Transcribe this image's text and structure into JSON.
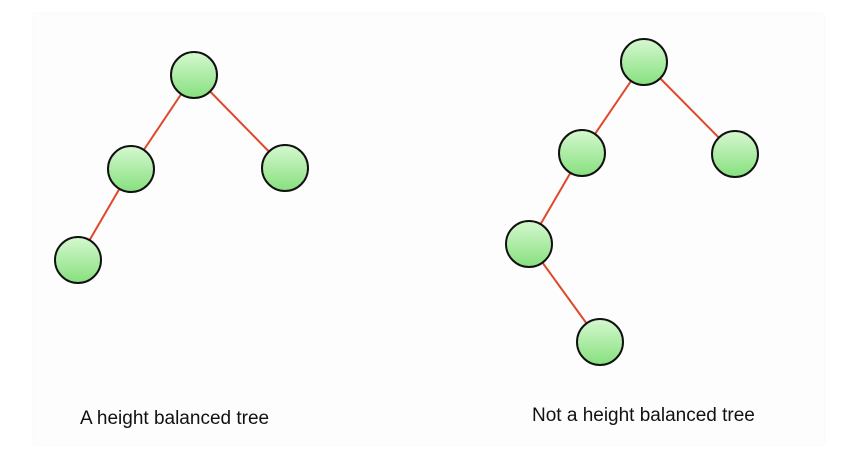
{
  "colors": {
    "edge": "#e0482a",
    "node_fill_top": "#d4f7cf",
    "node_fill_bottom": "#86e07e",
    "node_stroke": "#111111",
    "caption_text": "#111111"
  },
  "diagrams": [
    {
      "caption": "A height balanced tree",
      "nodes": [
        "root",
        "left-child",
        "right-child",
        "left-left-grandchild"
      ],
      "edges": [
        [
          "root",
          "left-child"
        ],
        [
          "root",
          "right-child"
        ],
        [
          "left-child",
          "left-left-grandchild"
        ]
      ]
    },
    {
      "caption": "Not a height balanced tree",
      "nodes": [
        "root",
        "left-child",
        "right-child",
        "left-left-grandchild",
        "left-left-right-great-grandchild"
      ],
      "edges": [
        [
          "root",
          "left-child"
        ],
        [
          "root",
          "right-child"
        ],
        [
          "left-child",
          "left-left-grandchild"
        ],
        [
          "left-left-grandchild",
          "left-left-right-great-grandchild"
        ]
      ]
    }
  ]
}
